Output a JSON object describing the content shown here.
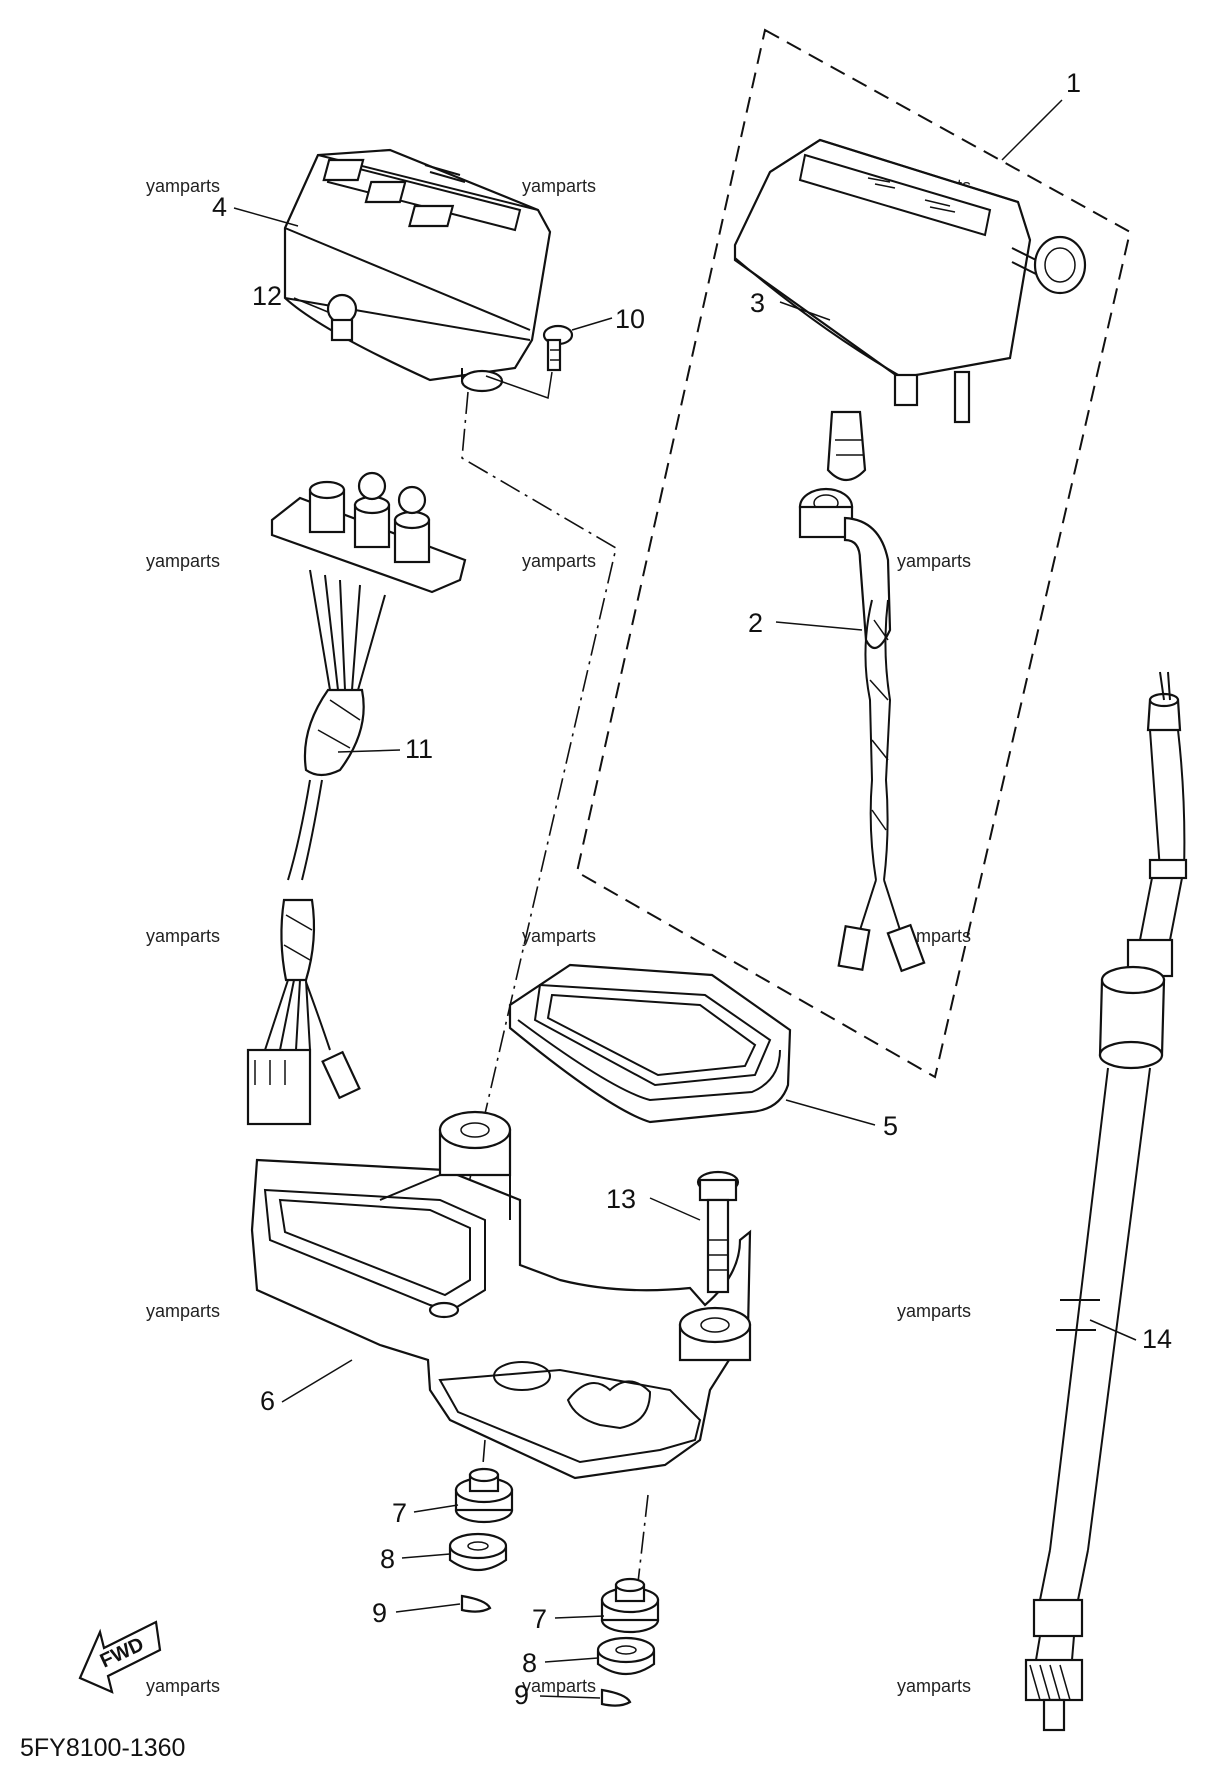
{
  "diagram_code": "5FY8100-1360",
  "fwd_label": "FWD",
  "watermark": "yamparts",
  "callouts": [
    "1",
    "2",
    "3",
    "4",
    "5",
    "6",
    "7",
    "8",
    "9",
    "10",
    "11",
    "12",
    "13",
    "14"
  ],
  "parts": {
    "p1": "1",
    "p2": "2",
    "p3": "3",
    "p4": "4",
    "p5": "5",
    "p6": "6",
    "p7a": "7",
    "p7b": "7",
    "p8a": "8",
    "p8b": "8",
    "p9a": "9",
    "p9b": "9",
    "p10": "10",
    "p11": "11",
    "p12": "12",
    "p13": "13",
    "p14": "14"
  }
}
